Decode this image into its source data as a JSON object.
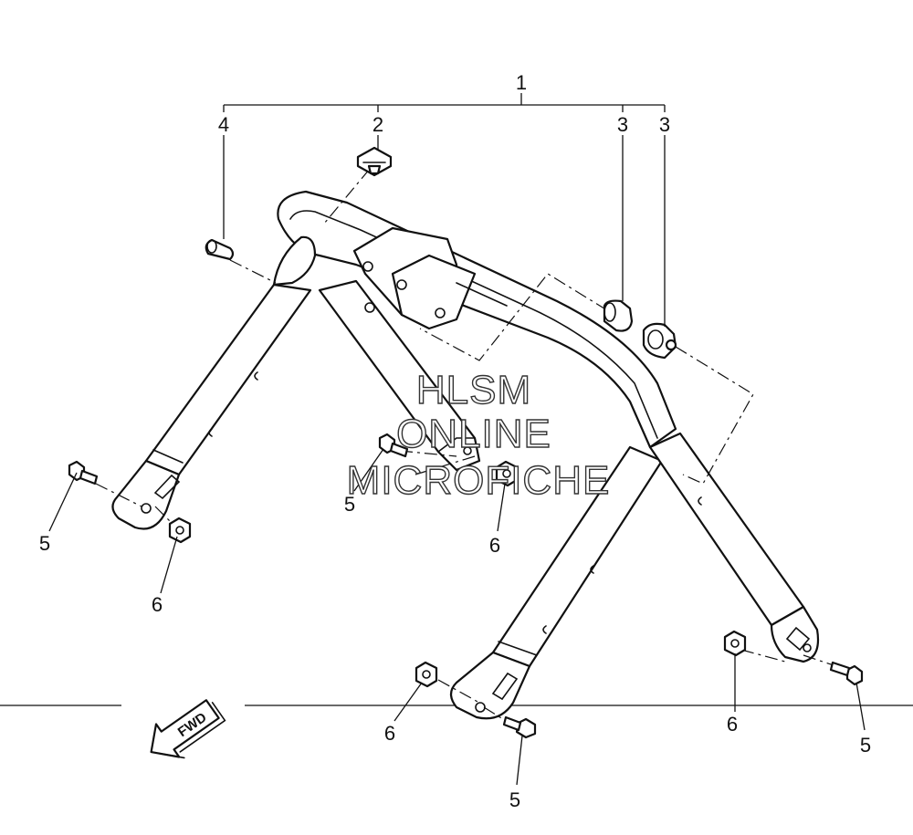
{
  "callouts": {
    "c1": "1",
    "c2": "2",
    "c3a": "3",
    "c3b": "3",
    "c4": "4",
    "c5a": "5",
    "c5b": "5",
    "c5c": "5",
    "c5d": "5",
    "c6a": "6",
    "c6b": "6",
    "c6c": "6",
    "c6d": "6"
  },
  "watermark": {
    "line1": "HLSM",
    "line2": "ONLINE",
    "line3": "MICROFICHE"
  },
  "fwd_label": "FWD"
}
